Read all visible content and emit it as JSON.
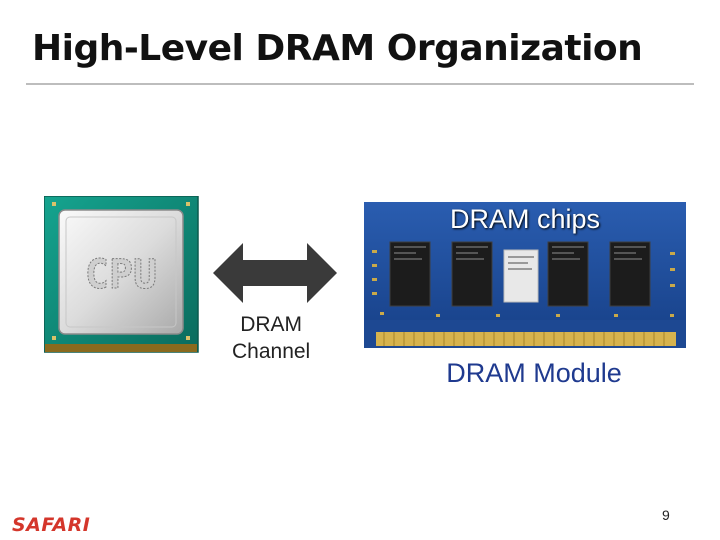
{
  "slide": {
    "title": "High-Level DRAM Organization",
    "page_number": "9",
    "logo": "SAFARI"
  },
  "diagram": {
    "cpu": {
      "chip_text": "CPU"
    },
    "channel": {
      "line1": "DRAM",
      "line2": "Channel"
    },
    "module": {
      "chips_label": "DRAM chips",
      "module_label": "DRAM Module",
      "chip_count": 4
    }
  },
  "colors": {
    "title": "#111111",
    "rule": "#bdbdbd",
    "cpu_substrate": "#0e8a78",
    "pcb": "#1f4fa0",
    "arrow": "#3a3a3a",
    "module_label": "#1f3a8f",
    "logo": "#d4362b"
  }
}
